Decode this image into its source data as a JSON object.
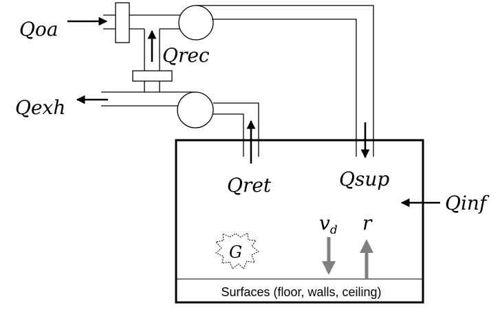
{
  "labels": {
    "qoa": "Qoa",
    "qrec": "Qrec",
    "qexh": "Qexh",
    "qret": "Qret",
    "qsup": "Qsup",
    "qinf": "Qinf",
    "vd_base": "v",
    "vd_sub": "d",
    "r": "r",
    "g": "G"
  },
  "room": {
    "surfaces_label": "Surfaces (floor, walls, ceiling)"
  },
  "colors": {
    "lines": "#000000",
    "gray_arrows": "#808080"
  }
}
